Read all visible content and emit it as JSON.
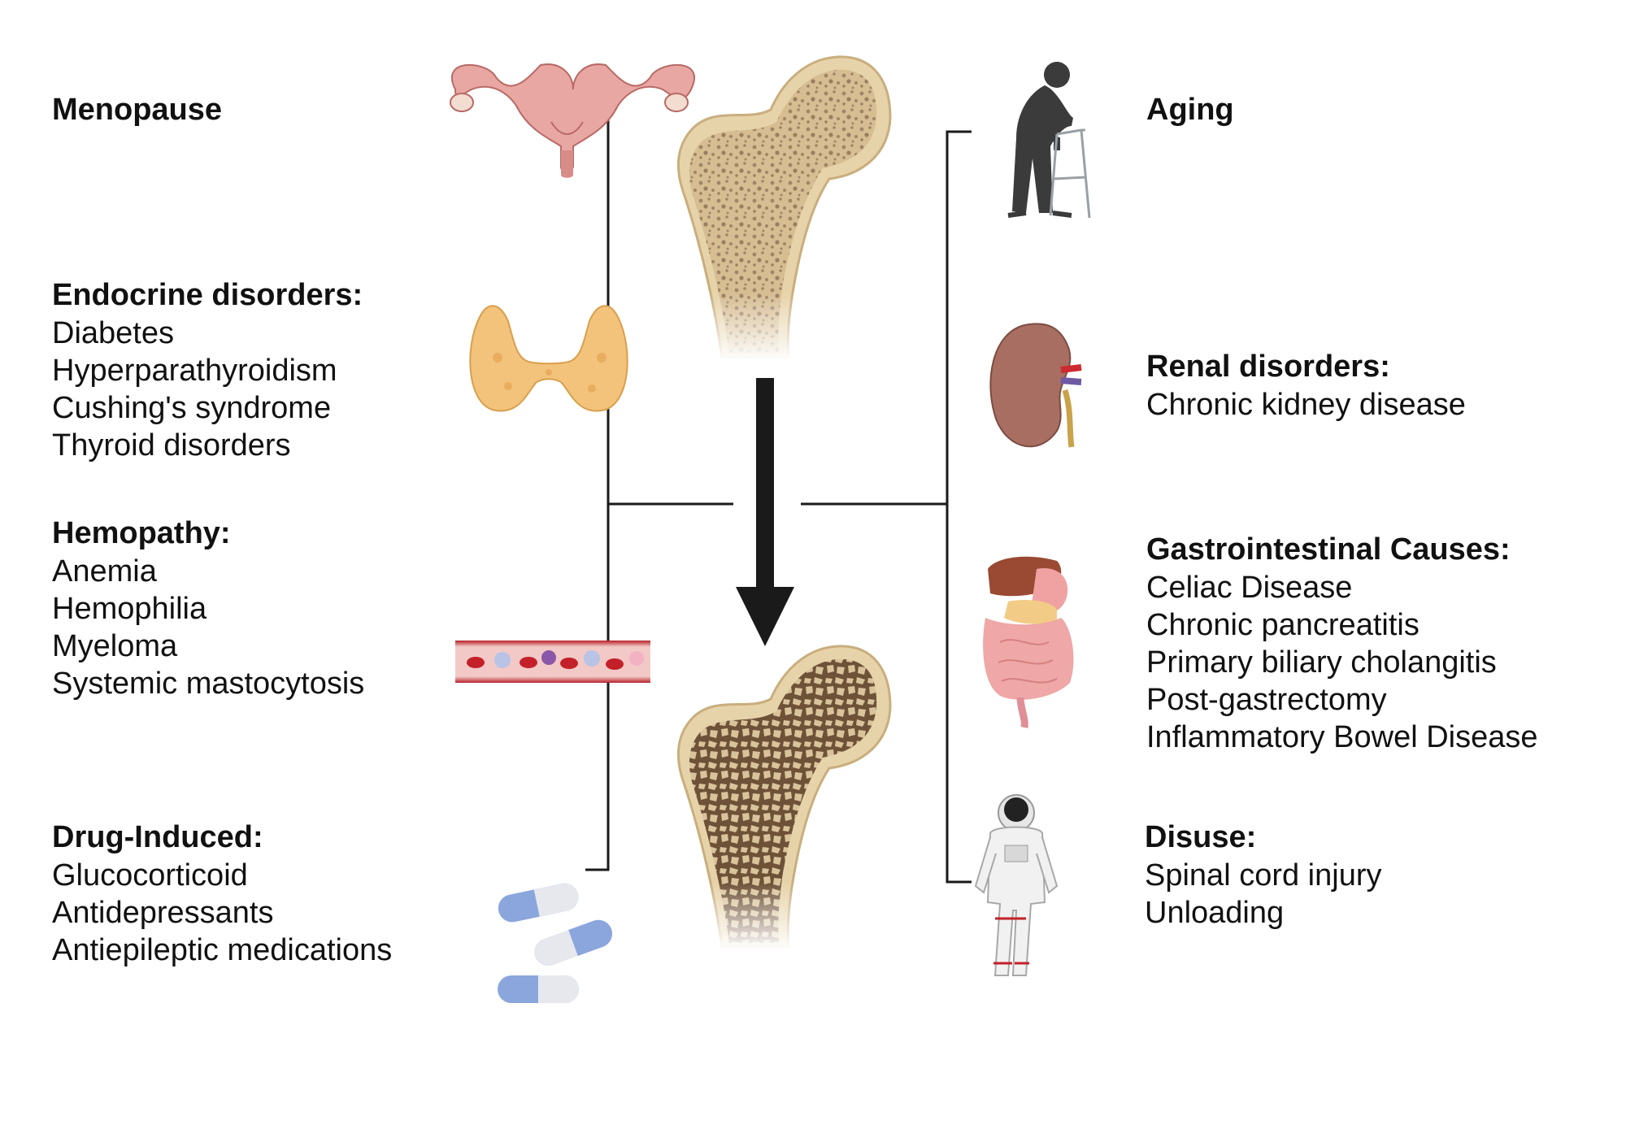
{
  "left_groups": [
    {
      "heading": "Menopause",
      "items": []
    },
    {
      "heading": "Endocrine disorders:",
      "items": [
        "Diabetes",
        "Hyperparathyroidism",
        "Cushing's syndrome",
        "Thyroid disorders"
      ]
    },
    {
      "heading": "Hemopathy:",
      "items": [
        "Anemia",
        "Hemophilia",
        "Myeloma",
        "Systemic mastocytosis"
      ]
    },
    {
      "heading": "Drug-Induced:",
      "items": [
        "Glucocorticoid",
        "Antidepressants",
        "Antiepileptic medications"
      ]
    }
  ],
  "right_groups": [
    {
      "heading": "Aging",
      "items": []
    },
    {
      "heading": "Renal disorders:",
      "items": [
        "Chronic kidney disease"
      ]
    },
    {
      "heading": "Gastrointestinal Causes:",
      "items": [
        "Celiac Disease",
        "Chronic pancreatitis",
        "Primary biliary cholangitis",
        "Post-gastrectomy",
        "Inflammatory Bowel Disease"
      ]
    },
    {
      "heading": "Disuse:",
      "items": [
        "Spinal cord injury",
        "Unloading"
      ]
    }
  ],
  "icons": {
    "left": [
      "uterus-icon",
      "thyroid-icon",
      "blood-vessel-icon",
      "pills-icon"
    ],
    "right": [
      "elderly-walker-icon",
      "kidney-icon",
      "digestive-system-icon",
      "astronaut-icon"
    ],
    "center": [
      "healthy-femur-icon",
      "down-arrow-icon",
      "osteoporotic-femur-icon"
    ]
  },
  "colors": {
    "text": "#111111",
    "line": "#1a1a1a",
    "bone_outer": "#e7d3a9",
    "bone_healthy_spots": "#a08666",
    "bone_porous": "#6e5238"
  }
}
